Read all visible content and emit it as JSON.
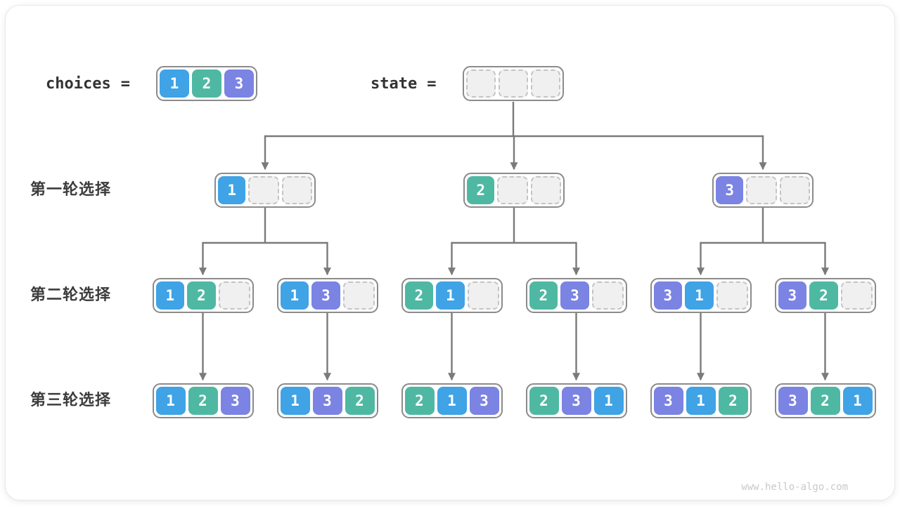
{
  "page": {
    "watermark": "www.hello-algo.com"
  },
  "header": {
    "choices_label": "choices",
    "equals": "=",
    "state_label": "state",
    "choices_cells": [
      1,
      2,
      3
    ],
    "state_cells": [
      null,
      null,
      null
    ]
  },
  "rows": [
    {
      "label": "第一轮选择",
      "nodes": [
        [
          1,
          null,
          null
        ],
        [
          2,
          null,
          null
        ],
        [
          3,
          null,
          null
        ]
      ]
    },
    {
      "label": "第二轮选择",
      "nodes": [
        [
          1,
          2,
          null
        ],
        [
          1,
          3,
          null
        ],
        [
          2,
          1,
          null
        ],
        [
          2,
          3,
          null
        ],
        [
          3,
          1,
          null
        ],
        [
          3,
          2,
          null
        ]
      ]
    },
    {
      "label": "第三轮选择",
      "nodes": [
        [
          1,
          2,
          3
        ],
        [
          1,
          3,
          2
        ],
        [
          2,
          1,
          3
        ],
        [
          2,
          3,
          1
        ],
        [
          3,
          1,
          2
        ],
        [
          3,
          2,
          1
        ]
      ]
    }
  ],
  "colors": {
    "1": "#3fa3e6",
    "2": "#4fb8a3",
    "3": "#7b83e3",
    "arrow": "#7a7a7a",
    "node_border": "#8b8b8b",
    "empty_fill": "#f0f0f0",
    "empty_border": "#c4c4c4"
  }
}
